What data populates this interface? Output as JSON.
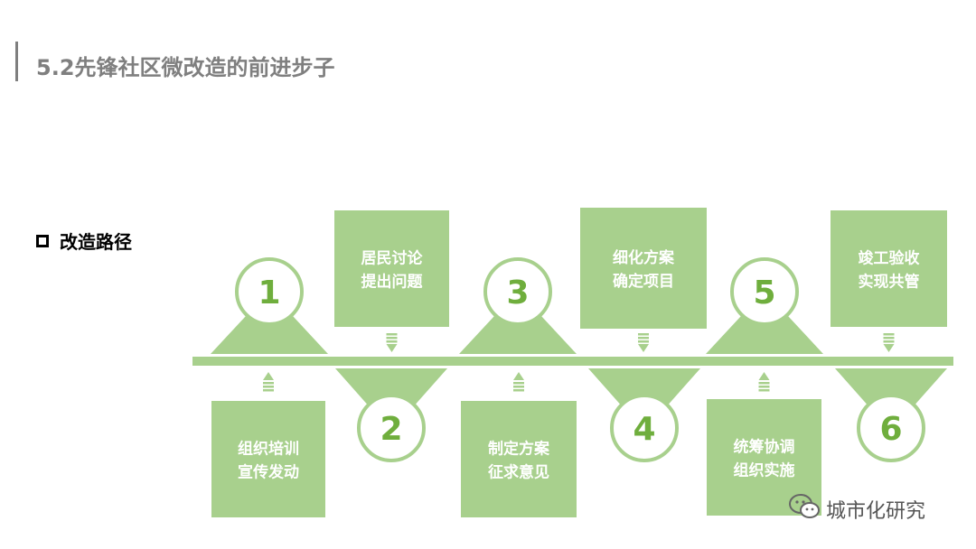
{
  "title": "5.2先锋社区微改造的前进步子",
  "section_label": "改造路径",
  "watermark": "城市化研究",
  "colors": {
    "green": "#a8d08d",
    "number": "#6fae3d",
    "title": "#7f7f7f"
  },
  "steps": [
    {
      "number": "1",
      "lines": [
        "组织培训",
        "宣传发动"
      ]
    },
    {
      "number": "2",
      "lines": [
        "居民讨论",
        "提出问题"
      ]
    },
    {
      "number": "3",
      "lines": [
        "制定方案",
        "征求意见"
      ]
    },
    {
      "number": "4",
      "lines": [
        "细化方案",
        "确定项目"
      ]
    },
    {
      "number": "5",
      "lines": [
        "统筹协调",
        "组织实施"
      ]
    },
    {
      "number": "6",
      "lines": [
        "竣工验收",
        "实现共管"
      ]
    }
  ]
}
